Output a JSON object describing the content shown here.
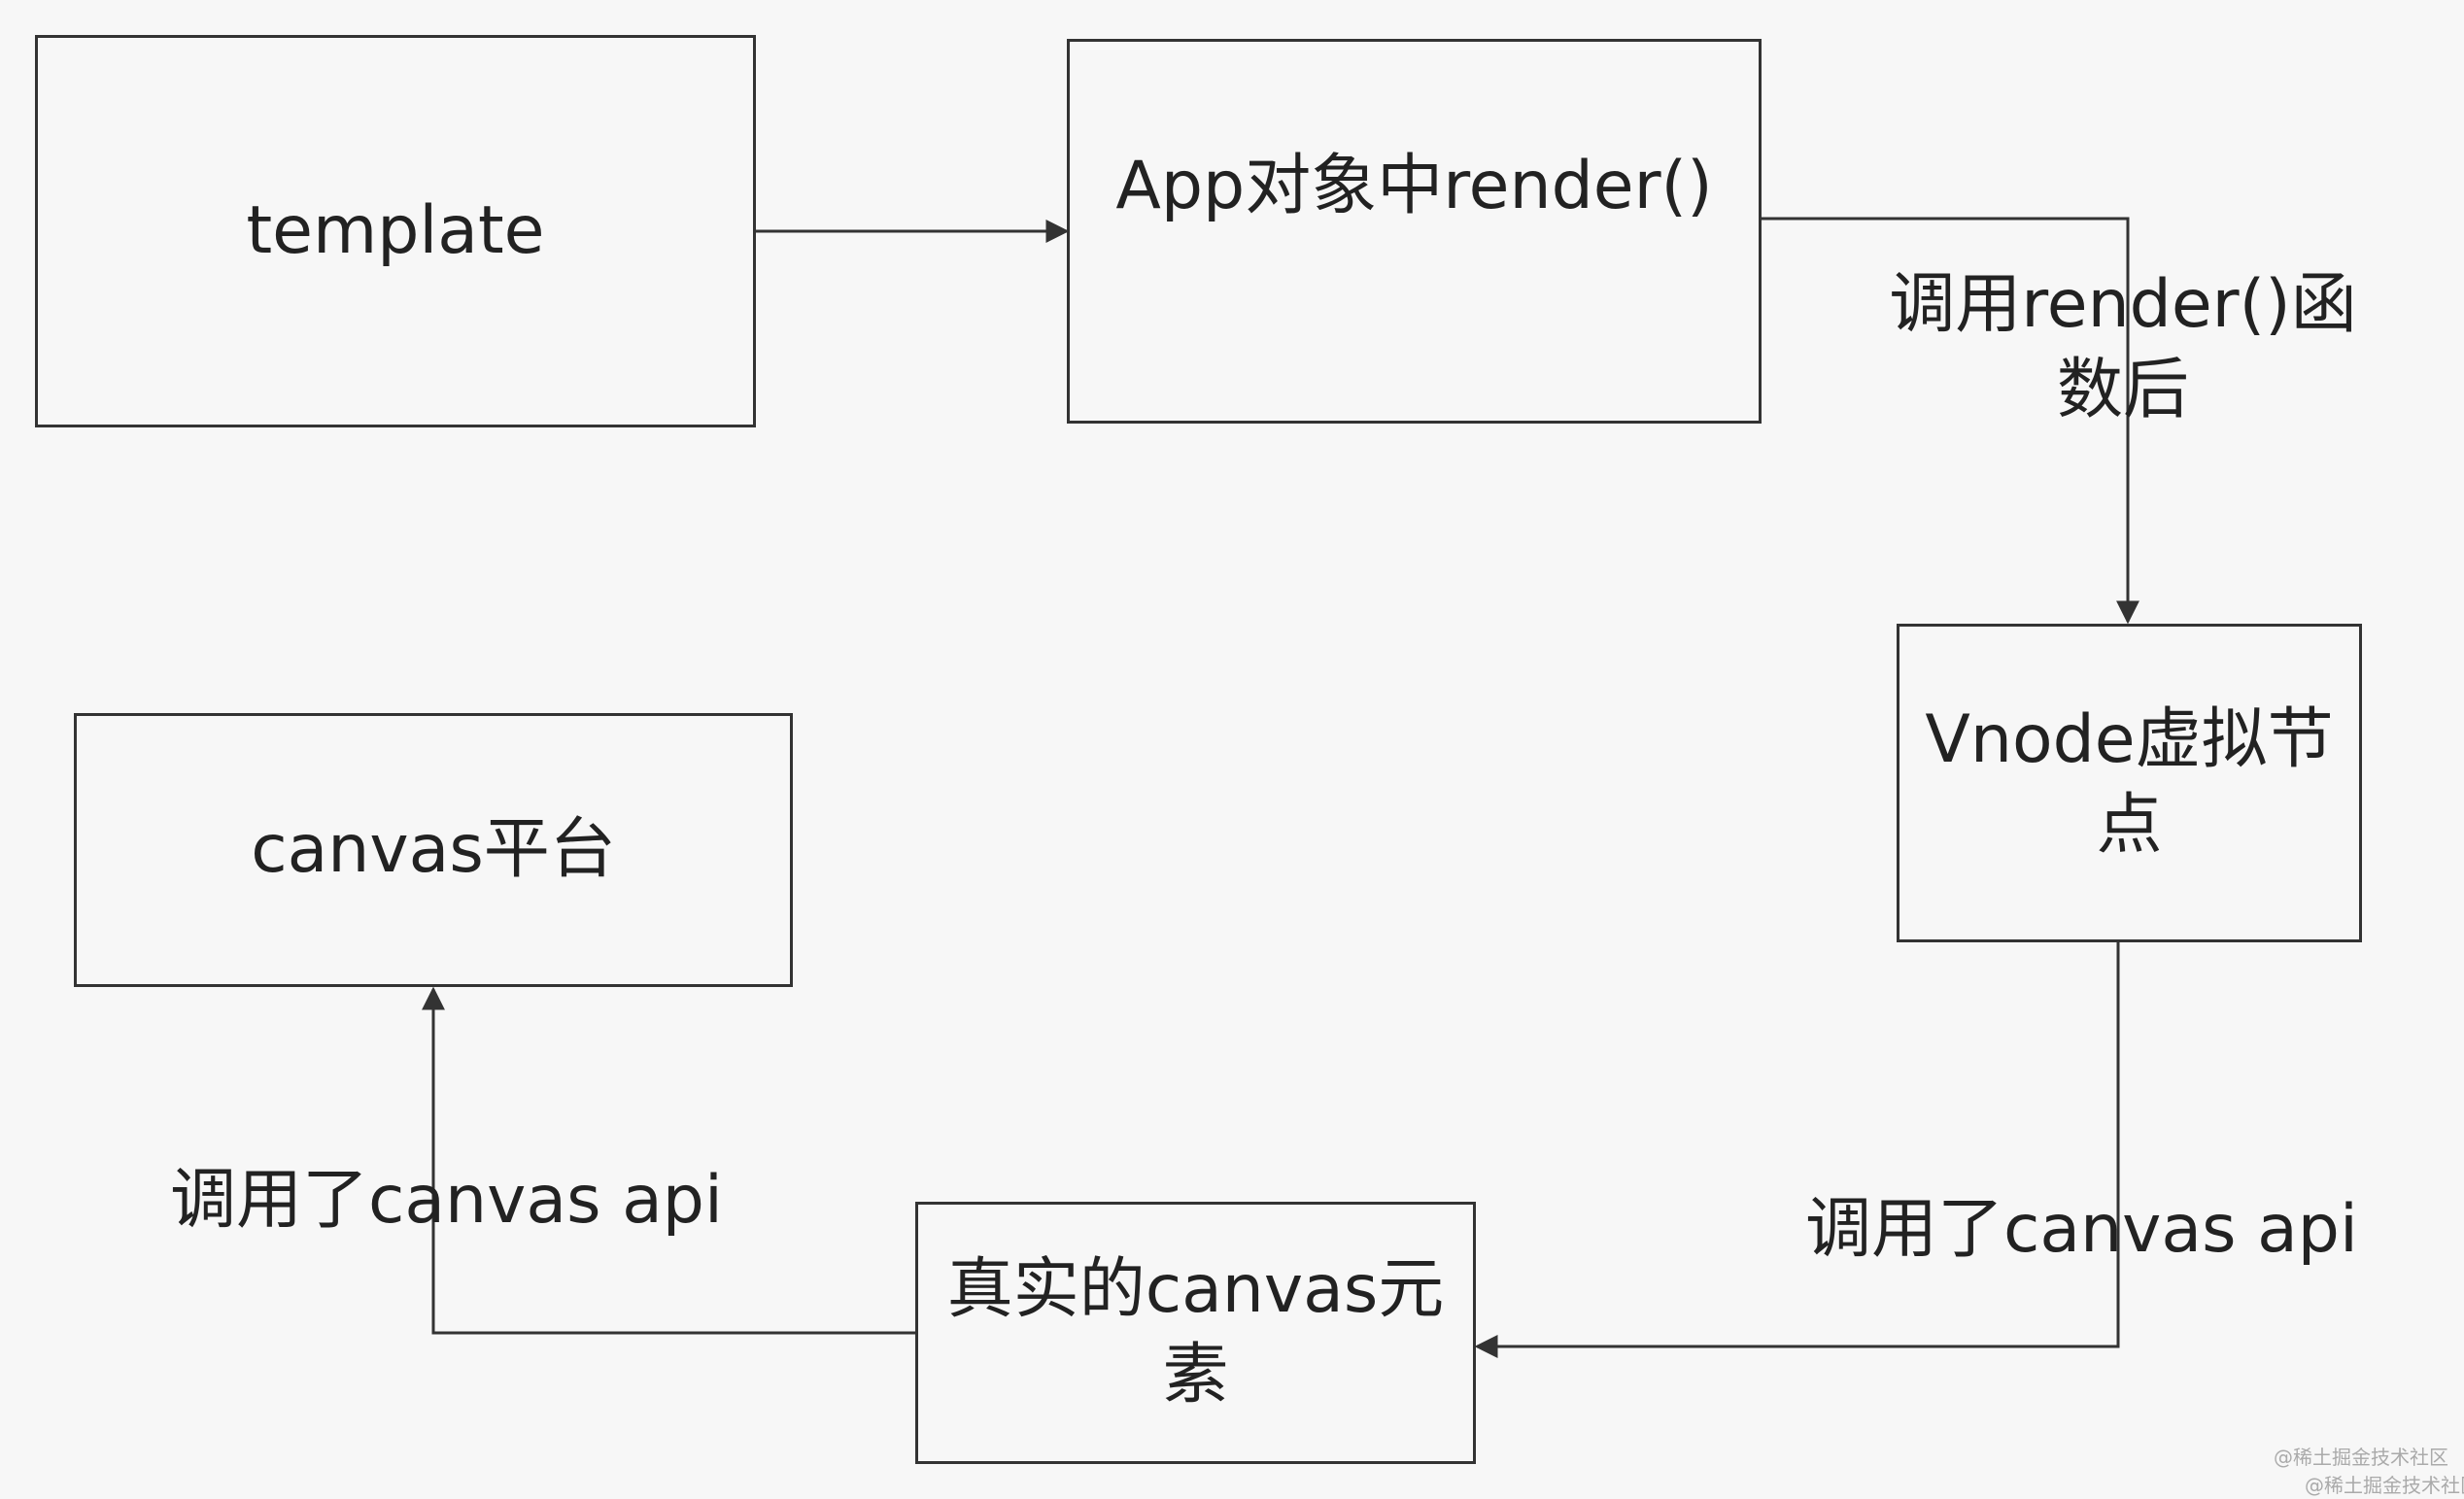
{
  "nodes": {
    "template": "template",
    "app_render": "App对象中render()",
    "vnode": "Vnode虚拟节点",
    "real_canvas": "真实的canvas元素",
    "canvas_platform": "canvas平台"
  },
  "edges": {
    "render_to_vnode": "调用render()函数后",
    "vnode_to_real": "调用了canvas api",
    "real_to_platform": "调用了canvas api"
  },
  "watermark": {
    "line1": "@稀土掘金技术社区",
    "line2": "@稀土掘金技术社区"
  },
  "colors": {
    "background": "#f7f7f7",
    "stroke": "#333333",
    "text": "#222222",
    "watermark": "#aaaaaa"
  }
}
